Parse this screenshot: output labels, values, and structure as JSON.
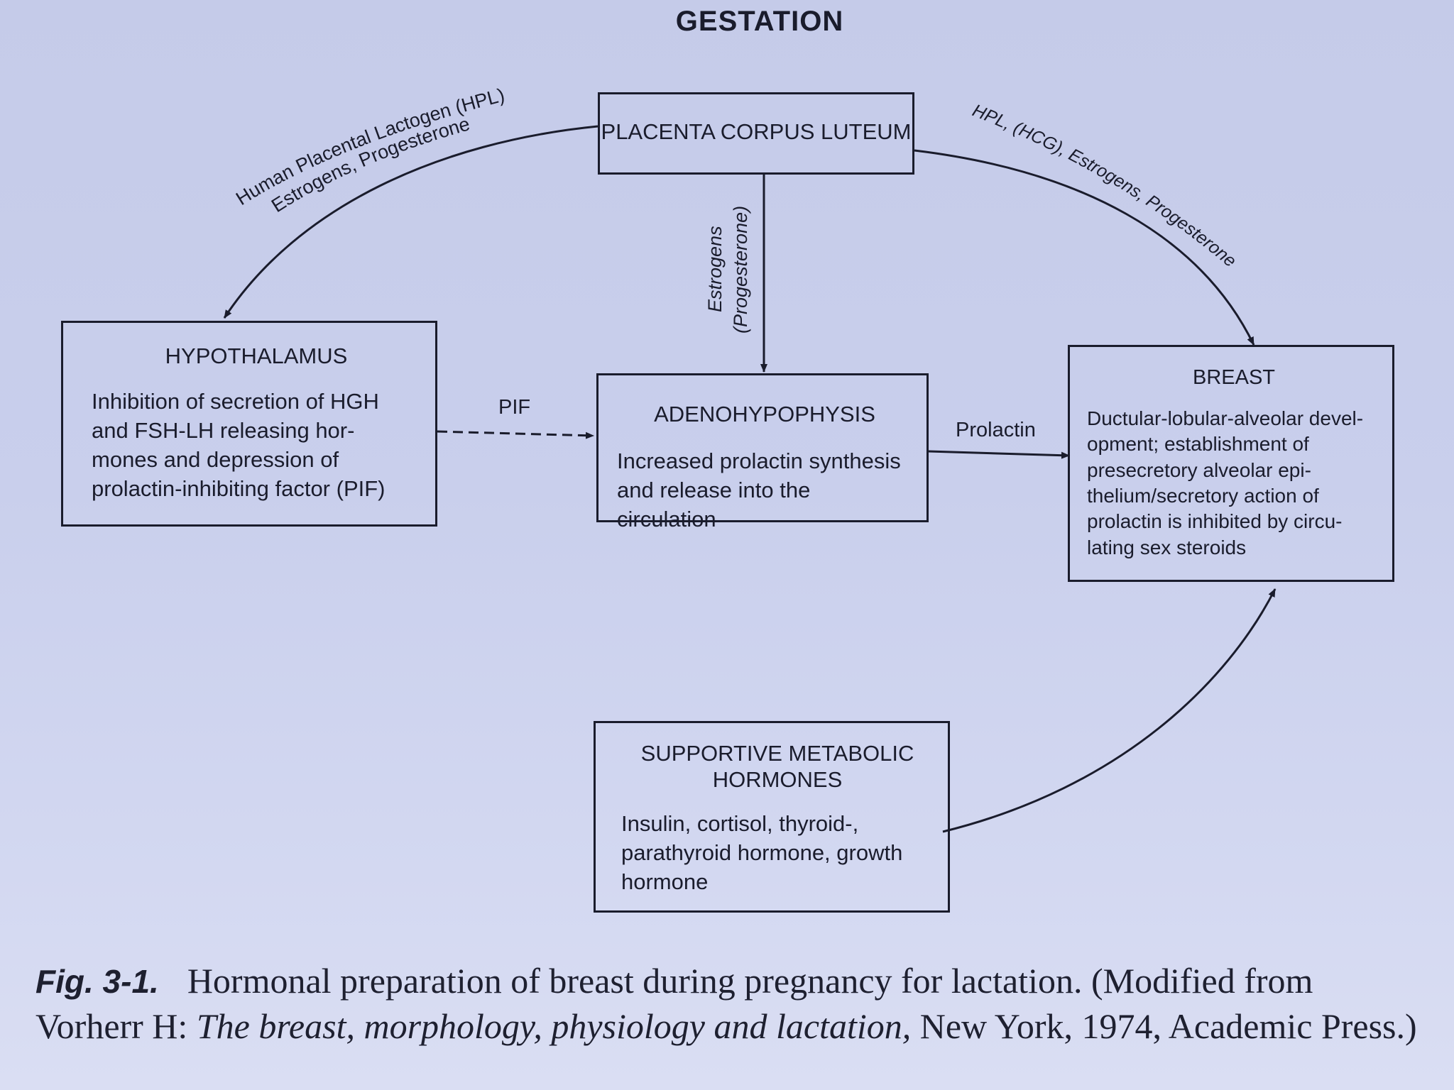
{
  "title": "GESTATION",
  "nodes": {
    "placenta": {
      "title": "PLACENTA CORPUS LUTEUM"
    },
    "hypothalamus": {
      "title": "HYPOTHALAMUS",
      "lines": [
        "Inhibition of secretion of HGH",
        "and FSH-LH releasing hor-",
        "mones and depression of",
        "prolactin-inhibiting factor (PIF)"
      ]
    },
    "adenohypophysis": {
      "title": "ADENOHYPOPHYSIS",
      "lines": [
        "Increased prolactin synthesis",
        "and release into the circulation"
      ]
    },
    "breast": {
      "title": "BREAST",
      "lines": [
        "Ductular-lobular-alveolar devel-",
        "opment; establishment of",
        "presecretory alveolar epi-",
        "thelium/secretory action of",
        "prolactin is inhibited by circu-",
        "lating sex steroids"
      ]
    },
    "supportive": {
      "title_lines": [
        "SUPPORTIVE METABOLIC",
        "HORMONES"
      ],
      "lines": [
        "Insulin, cortisol, thyroid-,",
        "parathyroid hormone, growth",
        "hormone"
      ]
    }
  },
  "edges": {
    "placenta_to_hypothalamus": [
      "Human Placental Lactogen (HPL)",
      "Estrogens, Progesterone"
    ],
    "placenta_to_breast": "HPL, (HCG), Estrogens, Progesterone",
    "placenta_to_adenohypophysis": [
      "Estrogens",
      "(Progesterone)"
    ],
    "hypothalamus_to_adenohypophysis": "PIF",
    "adenohypophysis_to_breast": "Prolactin"
  },
  "caption": {
    "label": "Fig. 3-1.",
    "text_before": "Hormonal preparation of breast during pregnancy for lactation. (Modified from Vorherr H: ",
    "italic": "The breast, morphology, physiology and lactation,",
    "text_after": " New York, 1974, Academic Press.)"
  }
}
